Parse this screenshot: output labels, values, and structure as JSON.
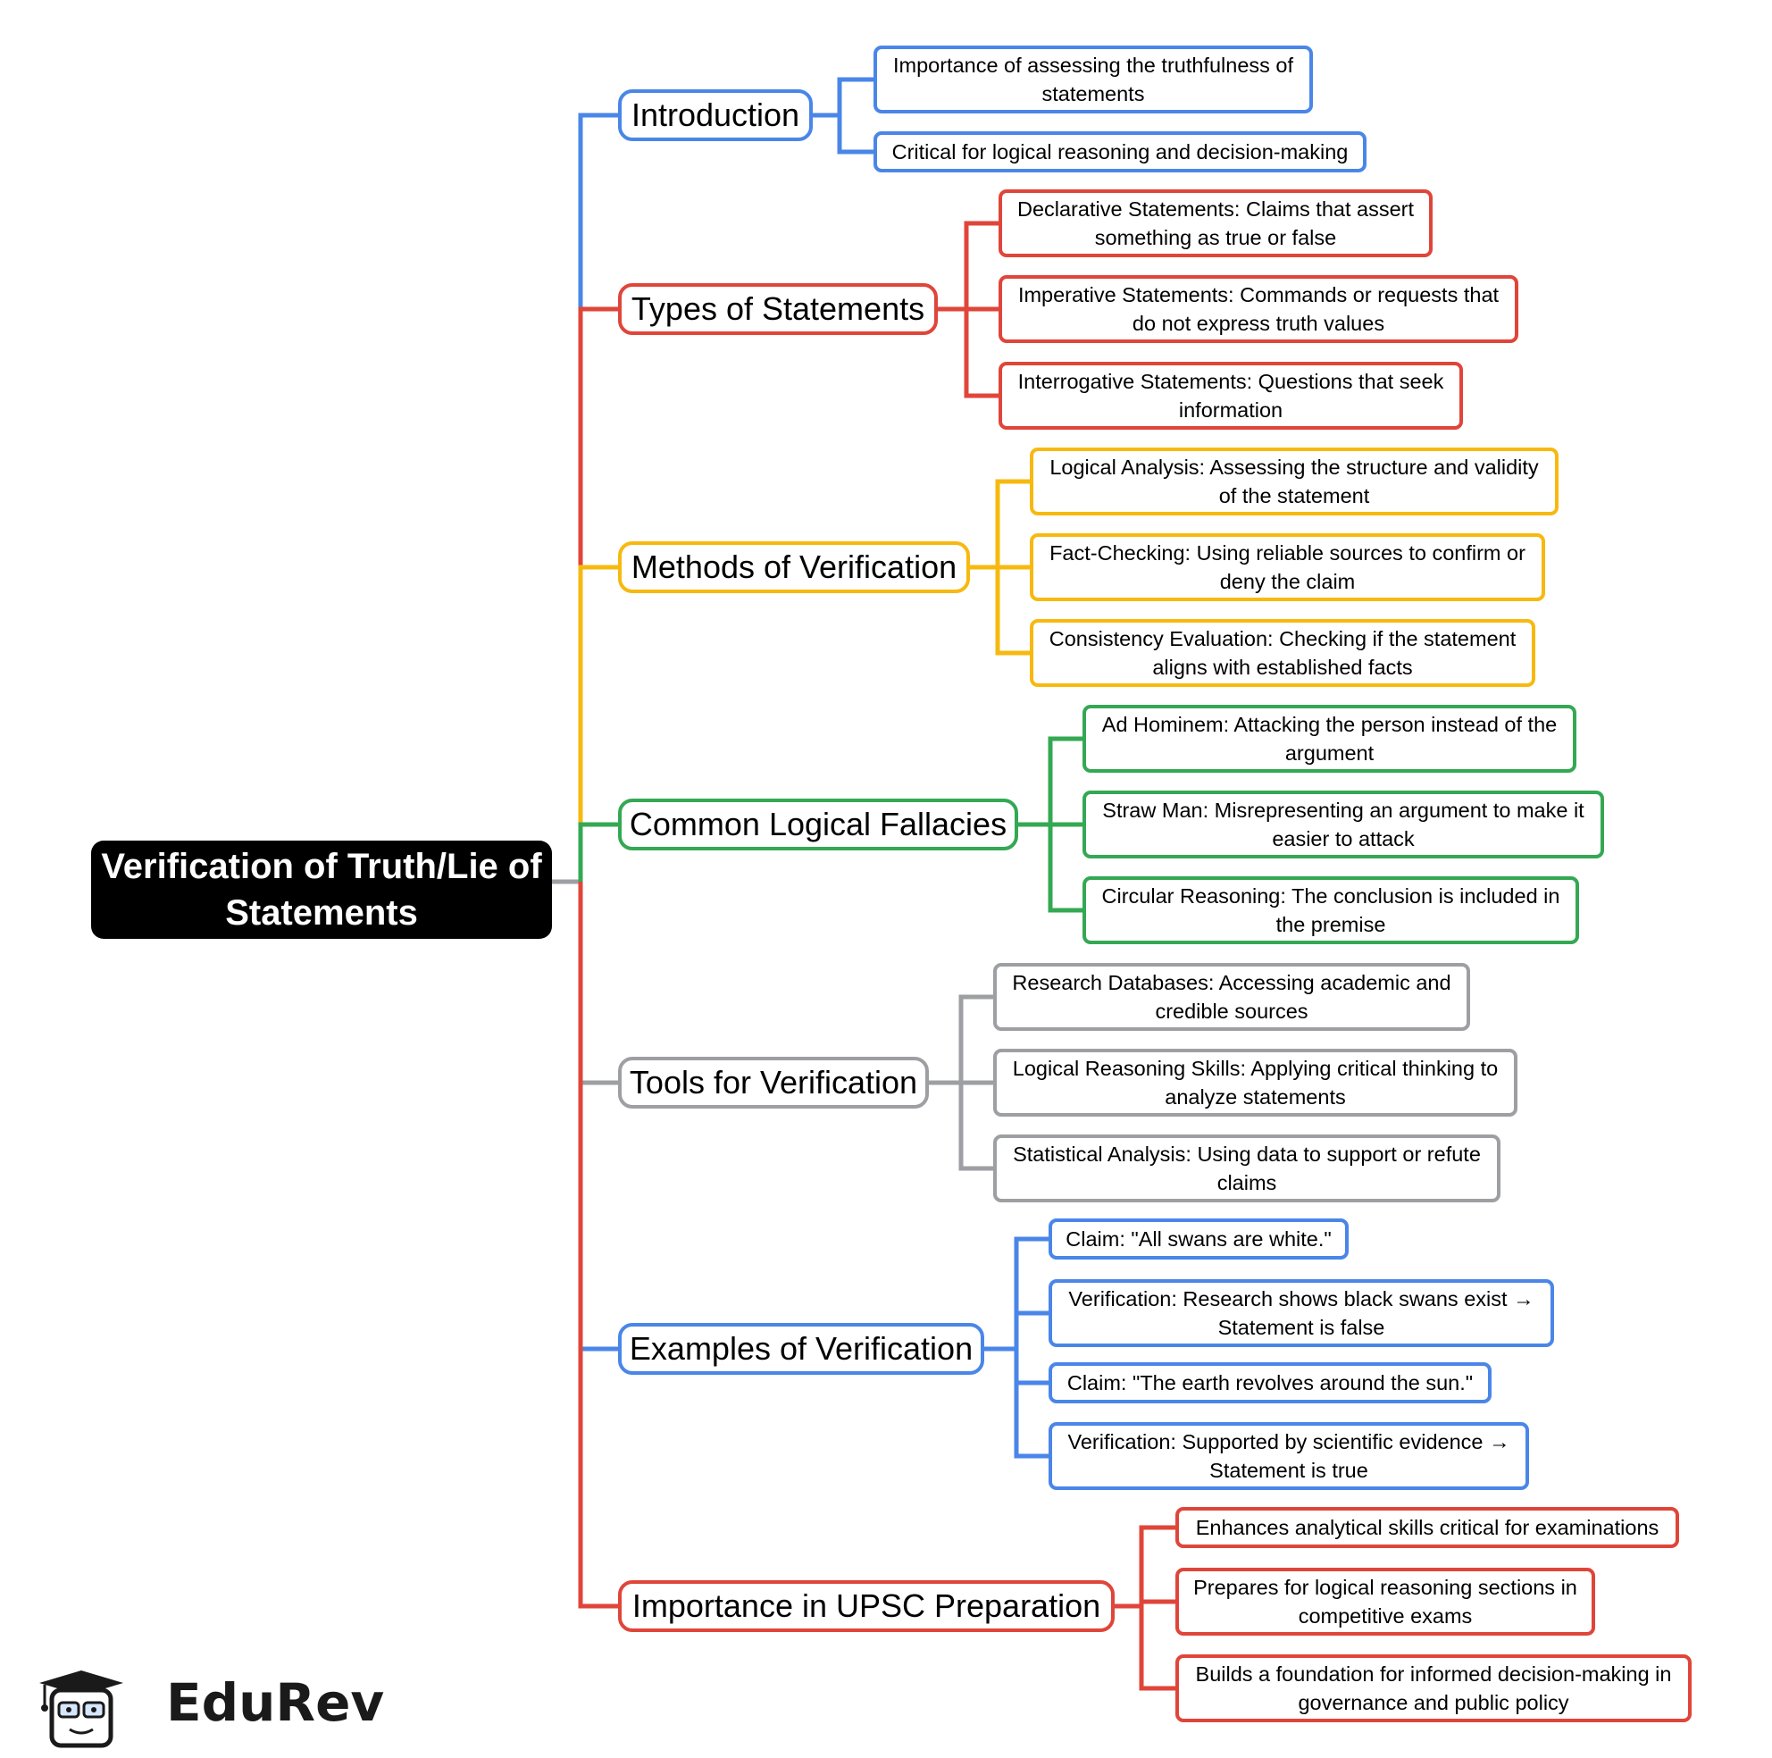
{
  "root": {
    "title": "Verification of Truth/Lie of Statements"
  },
  "colors": {
    "blue": "#4a86e8",
    "red": "#e0453a",
    "yellow": "#f7b910",
    "green": "#34a853",
    "gray": "#9e9fa3",
    "root_bg": "#000000"
  },
  "branches": [
    {
      "label": "Introduction",
      "color": "#4a86e8",
      "children": [
        "Importance of assessing the truthfulness of statements",
        "Critical for logical reasoning and decision-making"
      ]
    },
    {
      "label": "Types of Statements",
      "color": "#e0453a",
      "children": [
        "Declarative Statements: Claims that assert something as true or false",
        "Imperative Statements: Commands or requests that do not express truth values",
        "Interrogative Statements: Questions that seek information"
      ]
    },
    {
      "label": "Methods of Verification",
      "color": "#f7b910",
      "children": [
        "Logical Analysis: Assessing the structure and validity of the statement",
        "Fact-Checking: Using reliable sources to confirm or deny the claim",
        "Consistency Evaluation: Checking if the statement aligns with established facts"
      ]
    },
    {
      "label": "Common Logical Fallacies",
      "color": "#34a853",
      "children": [
        "Ad Hominem: Attacking the person instead of the argument",
        "Straw Man: Misrepresenting an argument to make it easier to attack",
        "Circular Reasoning: The conclusion is included in the premise"
      ]
    },
    {
      "label": "Tools for Verification",
      "color": "#9e9fa3",
      "children": [
        "Research Databases: Accessing academic and credible sources",
        "Logical Reasoning Skills: Applying critical thinking to analyze statements",
        "Statistical Analysis: Using data to support or refute claims"
      ]
    },
    {
      "label": "Examples of Verification",
      "color": "#4a86e8",
      "children": [
        "Claim: \"All swans are white.\"",
        "Verification: Research shows black swans exist → Statement is false",
        "Claim: \"The earth revolves around the sun.\"",
        "Verification: Supported by scientific evidence → Statement is true"
      ]
    },
    {
      "label": "Importance in UPSC Preparation",
      "color": "#e0453a",
      "children": [
        "Enhances analytical skills critical for examinations",
        "Prepares for logical reasoning sections in competitive exams",
        "Builds a foundation for informed decision-making in governance and public policy"
      ]
    }
  ],
  "logo": {
    "text": "EduRev",
    "icon": "graduation-cap-mascot-icon"
  }
}
